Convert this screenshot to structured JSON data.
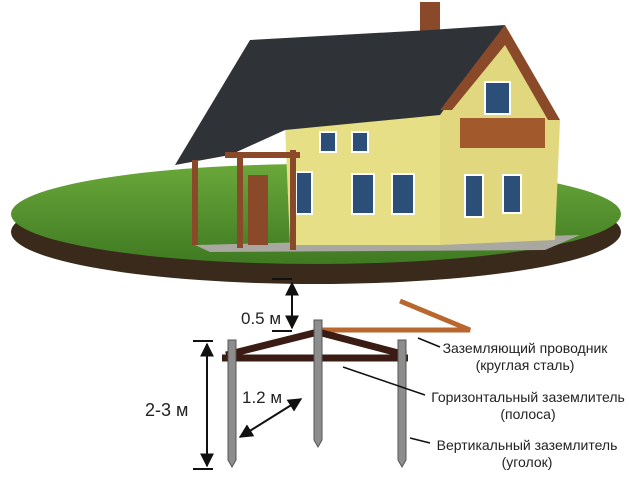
{
  "dimensions": {
    "depth": "0.5 м",
    "rod_length": "2-3 м",
    "spacing": "1.2 м"
  },
  "labels": [
    {
      "line1": "Заземляющий проводник",
      "line2": "(круглая сталь)"
    },
    {
      "line1": "Горизонтальный заземлитель",
      "line2": "(полоса)"
    },
    {
      "line1": "Вертикальный заземлитель",
      "line2": "(уголок)"
    }
  ],
  "colors": {
    "grass": "#4f8a2a",
    "soil": "#3a2a1c",
    "wall": "#e6df86",
    "roof": "#2f3236",
    "strip": "#3a1c14",
    "conductor": "#b8672e",
    "rod": "#8d8d8d"
  }
}
